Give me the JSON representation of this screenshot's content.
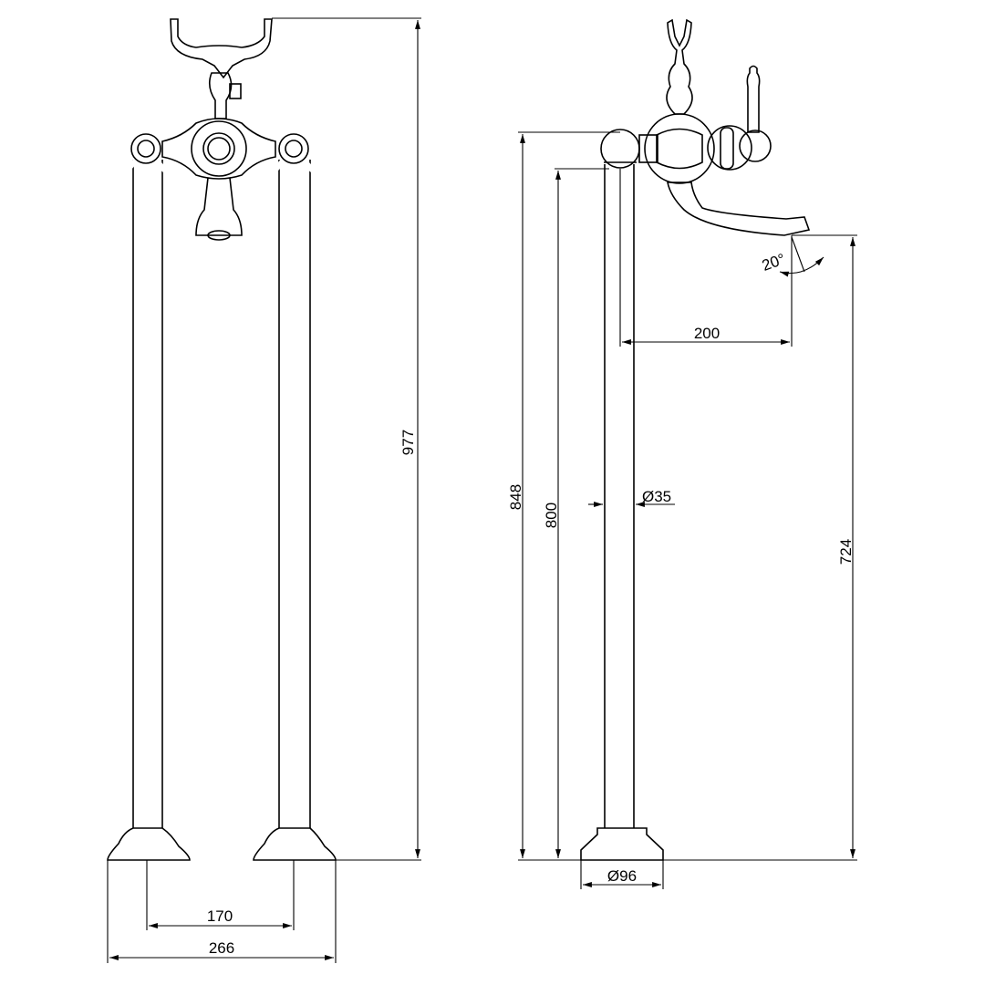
{
  "drawing": {
    "front_view": {
      "dimensions": {
        "total_height": "977",
        "pipe_spacing": "170",
        "total_width": "266"
      }
    },
    "side_view": {
      "dimensions": {
        "body_height": "848",
        "pipe_height": "800",
        "spout_height": "724",
        "spout_reach": "200",
        "pipe_diameter": "Ø35",
        "base_diameter": "Ø96",
        "spout_angle": "20°"
      }
    },
    "line_color": "#000000",
    "background_color": "#ffffff"
  }
}
